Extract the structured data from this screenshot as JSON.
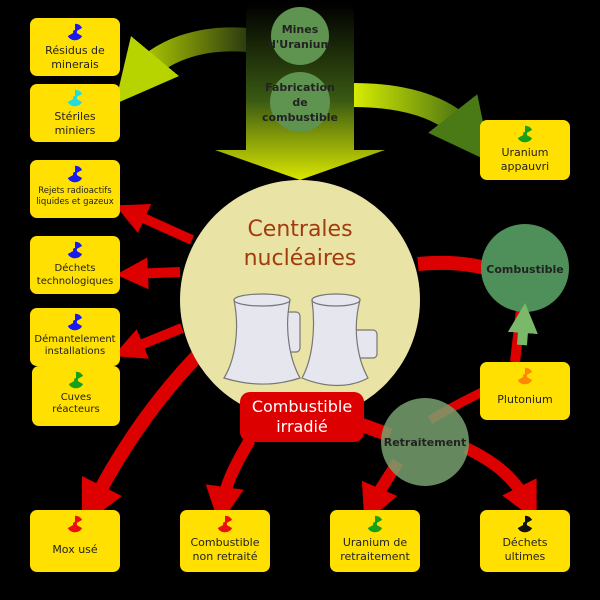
{
  "top": {
    "mines": "Mines\nd'Uranium",
    "fabrication": "Fabrication\nde\ncombustible"
  },
  "center": {
    "title": "Centrales\nnucléaires",
    "irradie": "Combustible\nirradié"
  },
  "nodes": {
    "combustible": "Combustible",
    "retraitement": "Retraitement"
  },
  "boxes": {
    "residus": "Résidus de\nminerais",
    "steriles": "Stériles\nminiers",
    "rejets": "Rejets radioactifs\nliquides et gazeux",
    "dechets_tech": "Déchets\ntechnologiques",
    "demantelement": "Démantelement\ninstallations",
    "cuves": "Cuves\nréacteurs",
    "uranium_appauvri": "Uranium\nappauvri",
    "plutonium": "Plutonium",
    "mox": "Mox usé",
    "comb_non_retraite": "Combustible\nnon retraité",
    "uranium_retraitement": "Uranium de\nretraitement",
    "dechets_ultimes": "Déchets\nultimes"
  },
  "colors": {
    "box": "#ffe000",
    "arrow_red": "#dd0000",
    "green_node": "#4f8f5a",
    "plant_circle": "#e9e4a6",
    "trefoil_blue": "#1a1aee",
    "trefoil_cyan": "#22dddd",
    "trefoil_green": "#18a018",
    "trefoil_red": "#e81010",
    "trefoil_orange": "#ff8800",
    "trefoil_black": "#111111"
  },
  "icons": [
    "radiation-trefoil-icon",
    "cooling-tower-icon"
  ]
}
